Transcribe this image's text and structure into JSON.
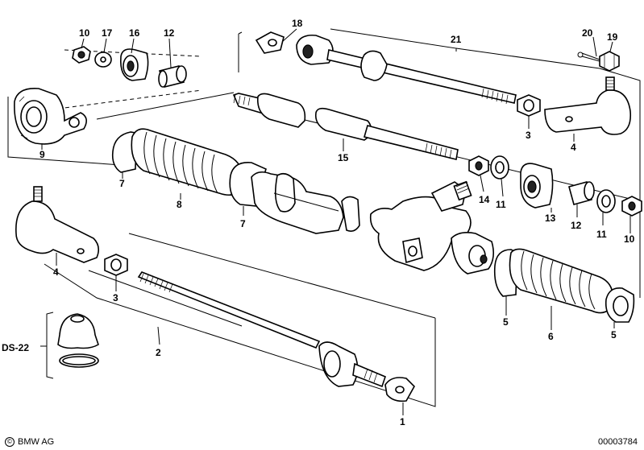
{
  "callouts": [
    {
      "id": "c10a",
      "text": "10"
    },
    {
      "id": "c17",
      "text": "17"
    },
    {
      "id": "c16",
      "text": "16"
    },
    {
      "id": "c12a",
      "text": "12"
    },
    {
      "id": "c18",
      "text": "18"
    },
    {
      "id": "c21",
      "text": "21"
    },
    {
      "id": "c20",
      "text": "20"
    },
    {
      "id": "c19",
      "text": "19"
    },
    {
      "id": "c9",
      "text": "9"
    },
    {
      "id": "c7a",
      "text": "7"
    },
    {
      "id": "c8",
      "text": "8"
    },
    {
      "id": "c15",
      "text": "15"
    },
    {
      "id": "c7b",
      "text": "7"
    },
    {
      "id": "c3a",
      "text": "3"
    },
    {
      "id": "c4a",
      "text": "4"
    },
    {
      "id": "c14",
      "text": "14"
    },
    {
      "id": "c11a",
      "text": "11"
    },
    {
      "id": "c13",
      "text": "13"
    },
    {
      "id": "c12b",
      "text": "12"
    },
    {
      "id": "c11b",
      "text": "11"
    },
    {
      "id": "c10b",
      "text": "10"
    },
    {
      "id": "c4b",
      "text": "4"
    },
    {
      "id": "c3b",
      "text": "3"
    },
    {
      "id": "c5a",
      "text": "5"
    },
    {
      "id": "c6",
      "text": "6"
    },
    {
      "id": "c5b",
      "text": "5"
    },
    {
      "id": "cds22",
      "text": "DS-22"
    },
    {
      "id": "c2",
      "text": "2"
    },
    {
      "id": "c1",
      "text": "1"
    }
  ],
  "footer": {
    "copyright_symbol": "©",
    "brand": "BMW AG",
    "diagram_number": "00003784"
  }
}
